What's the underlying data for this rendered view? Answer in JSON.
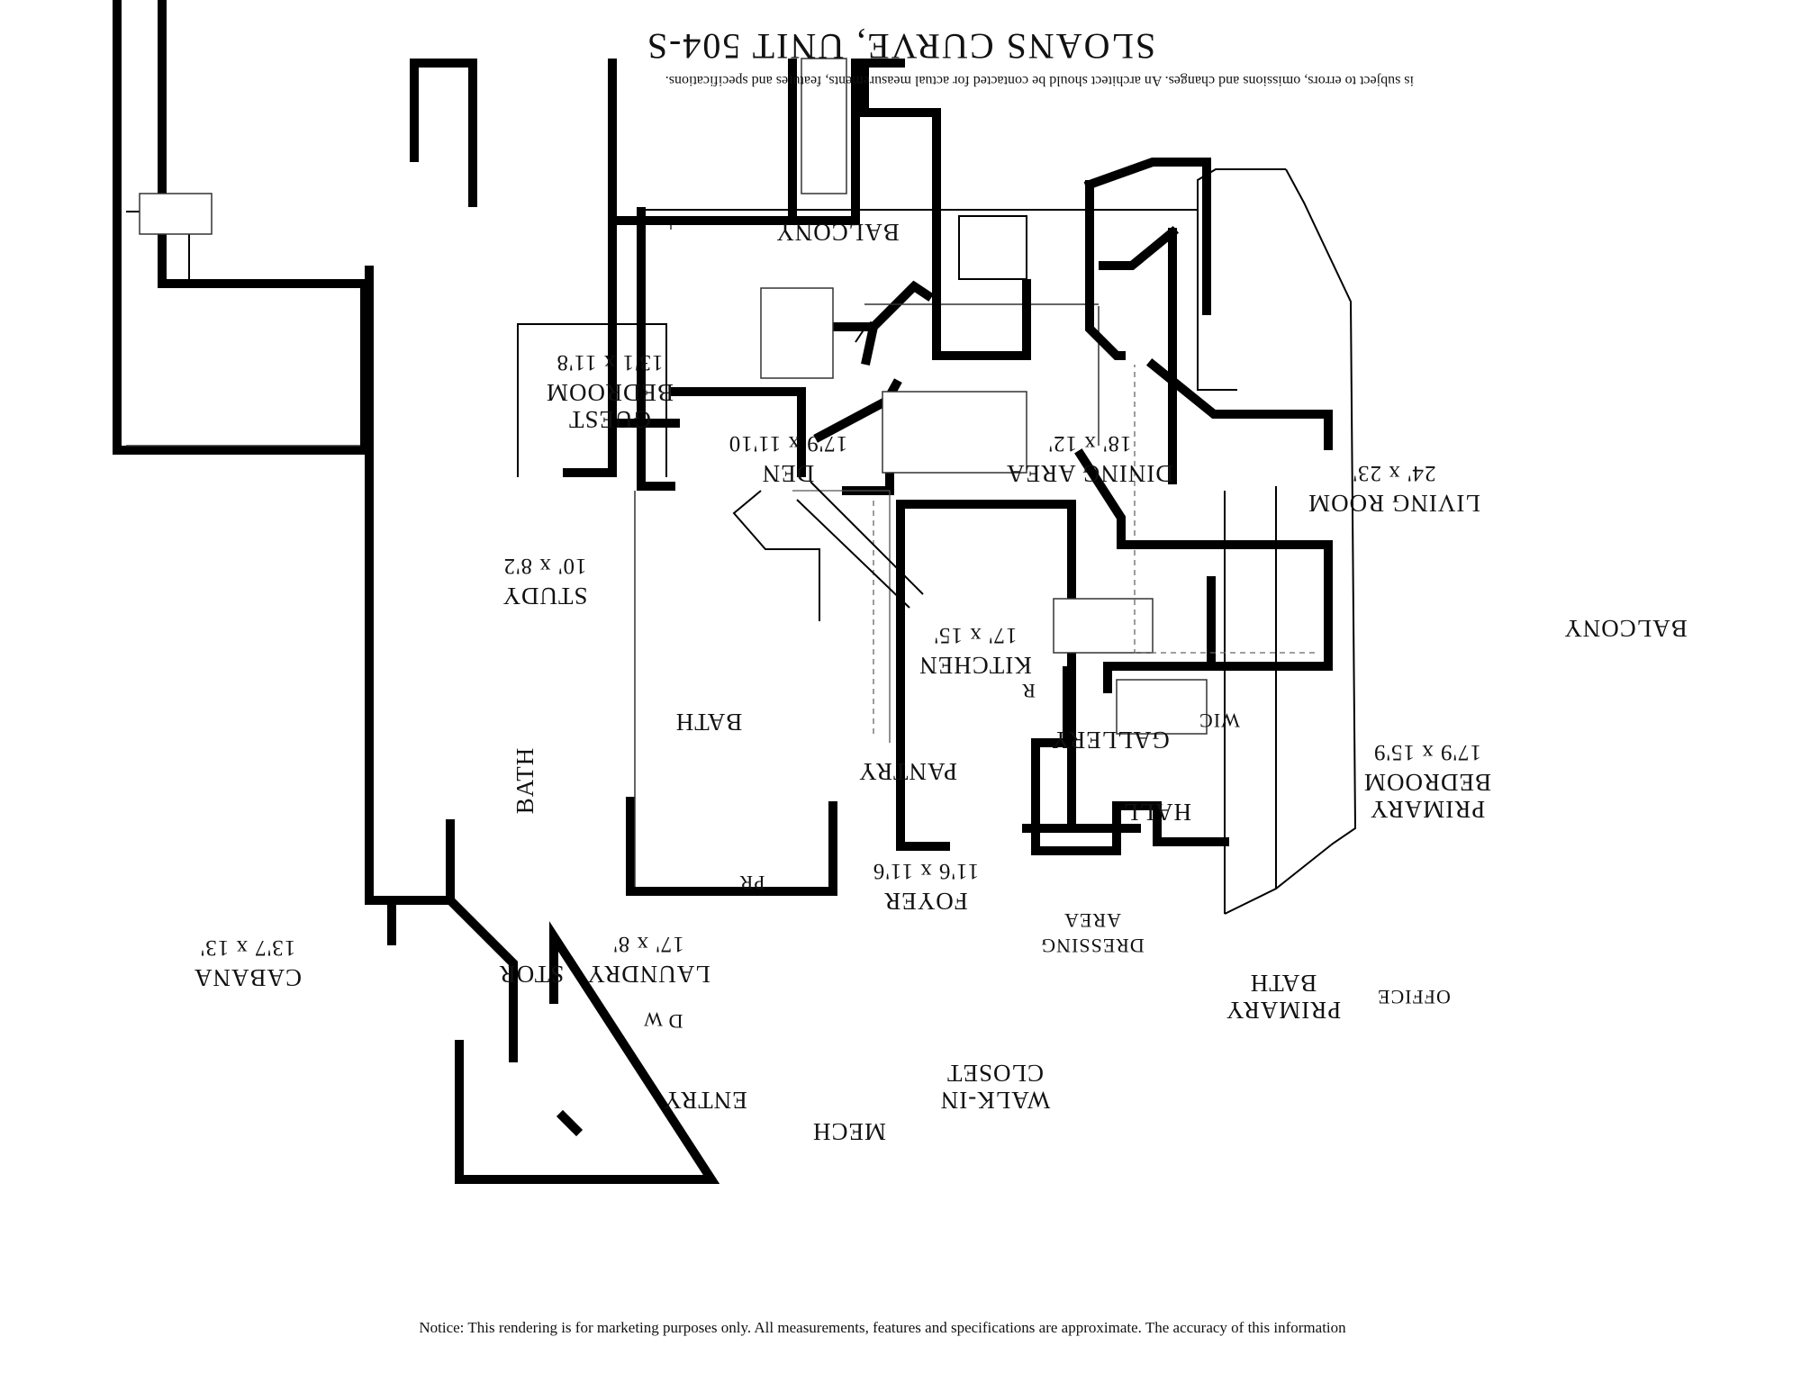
{
  "title": "SLOANS CURVE, UNIT 504-S",
  "notice": {
    "line1": "Notice: This rendering is for marketing purposes only. All measurements, features and specifications are approximate. The accuracy of this information",
    "line2": "is subject to errors, omissions and changes. An architect should be contacted for actual measurements, features and specifications."
  },
  "rooms": {
    "balcony_top": {
      "name": "BALCONY"
    },
    "balcony_side": {
      "name": "BALCONY"
    },
    "guest_bedroom": {
      "name1": "GUEST",
      "name2": "BEDROOM",
      "dim": "13'1 x 11'8"
    },
    "den": {
      "name": "DEN",
      "dim": "17'9 x 11'10"
    },
    "dining": {
      "name": "DINING AREA",
      "dim": "18' x 12'"
    },
    "living": {
      "name": "LIVING ROOM",
      "dim": "24' x 23'"
    },
    "study": {
      "name": "STUDY",
      "dim": "10' x 8'2"
    },
    "kitchen": {
      "name": "KITCHEN",
      "dim": "17' x 15'"
    },
    "bath_center": {
      "name": "BATH"
    },
    "bath_left": {
      "name": "BATH"
    },
    "pantry": {
      "name": "PANTRY"
    },
    "gallery": {
      "name": "GALLERY"
    },
    "wic": {
      "name": "WIC"
    },
    "primary_bedroom": {
      "name1": "PRIMARY",
      "name2": "BEDROOM",
      "dim": "17'9 x 15'9"
    },
    "hall": {
      "name": "HALL"
    },
    "foyer": {
      "name": "FOYER",
      "dim": "11'6 x 11'6"
    },
    "pr": {
      "name": "PR"
    },
    "laundry": {
      "name": "LAUNDRY",
      "dim": "17' x 8'"
    },
    "stor": {
      "name": "STOR"
    },
    "dressing": {
      "name1": "DRESSING",
      "name2": "AREA"
    },
    "primary_bath": {
      "name1": "PRIMARY",
      "name2": "BATH"
    },
    "office": {
      "name": "OFFICE"
    },
    "walk_in": {
      "name1": "WALK-IN",
      "name2": "CLOSET"
    },
    "entry": {
      "name": "ENTRY"
    },
    "mech": {
      "name": "MECH"
    },
    "cabana": {
      "name": "CABANA",
      "dim": "13'7 x 13'"
    }
  },
  "appliances": {
    "refrigerator": "R",
    "washer": "W",
    "dryer": "D"
  }
}
